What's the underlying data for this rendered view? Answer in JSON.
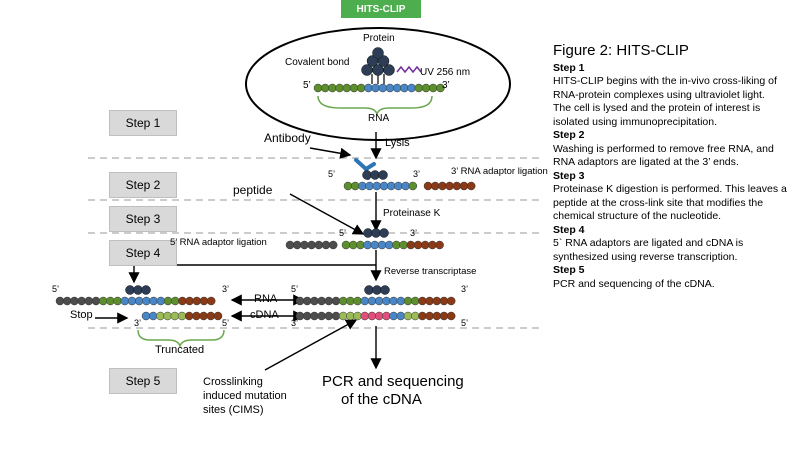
{
  "header": {
    "title": "HITS-CLIP"
  },
  "steps": [
    "Step 1",
    "Step 2",
    "Step 3",
    "Step 4",
    "Step 5"
  ],
  "labels": {
    "protein": "Protein",
    "covalent_bond": "Covalent bond",
    "uv": "UV 256 nm",
    "rna": "RNA",
    "five_prime": "5’",
    "three_prime": "3’",
    "antibody": "Antibody",
    "lysis": "Lysis",
    "adaptor_3": "3’ RNA adaptor ligation",
    "peptide": "peptide",
    "proteinase_k": "Proteinase K",
    "adaptor_5": "5’ RNA adaptor ligation",
    "reverse_transcriptase": "Reverse transcriptase",
    "rna_short": "RNA",
    "cdna": "cDNA",
    "stop": "Stop",
    "truncated": "Truncated",
    "cims_1": "Crosslinking",
    "cims_2": "induced mutation",
    "cims_3": "sites (CIMS)",
    "pcr_1": "PCR and sequencing",
    "pcr_2": "of the cDNA"
  },
  "panel": {
    "figure_title": "Figure 2: HITS-CLIP",
    "items": [
      {
        "heading": "Step 1",
        "lines": [
          "HITS-CLIP begins with the in-vivo cross-liking of",
          "RNA-protein complexes using ultraviolet light.",
          "The cell is lysed and  the protein of interest is",
          "isolated using immunoprecipitation."
        ]
      },
      {
        "heading": "Step 2",
        "lines": [
          "Washing is  performed to remove free RNA, and",
          "RNA adaptors are ligated at the 3’ ends."
        ]
      },
      {
        "heading": "Step 3",
        "lines": [
          "Proteinase K digestion is performed. This leaves a",
          "peptide at the cross-link site that modifies the",
          "chemical structure of the nucleotide."
        ]
      },
      {
        "heading": "Step 4",
        "lines": [
          "5` RNA adaptors are ligated and  cDNA is",
          "synthesized using reverse transcription."
        ]
      },
      {
        "heading": "Step 5",
        "lines": [
          "PCR and sequencing of the cDNA."
        ]
      }
    ]
  },
  "colors": {
    "green_bead": "#5e8f2e",
    "blue_bead": "#4a86c5",
    "dark_bead": "#4d4d4d",
    "brown_bead": "#8b3a17",
    "protein": "#2c3d55",
    "pink_bead": "#e0507a",
    "light_green": "#9bbb59",
    "antibody": "#2e75b6",
    "uv": "#7030a0",
    "title_bg": "#4cae4c"
  }
}
